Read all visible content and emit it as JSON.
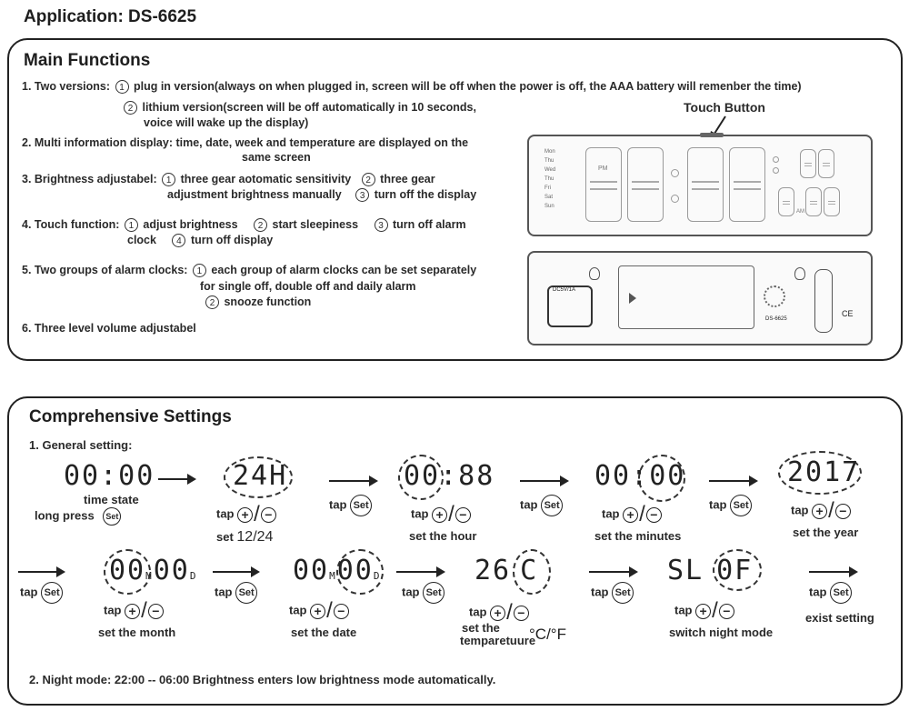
{
  "header": {
    "title": "Application: DS-6625"
  },
  "main_functions": {
    "heading": "Main Functions",
    "item1": {
      "prefix": "1. Two versions:",
      "n1": "1",
      "t1": "plug in version(always on when plugged in, screen will be off when the power is off, the AAA battery will remenber the time)",
      "n2": "2",
      "t2a": "lithium version(screen will be off automatically in 10 seconds,",
      "t2b": "voice will wake up the display)"
    },
    "item2": {
      "a": "2. Multi information display: time, date, week and temperature are displayed on the",
      "b": "same screen"
    },
    "item3": {
      "prefix": "3. Brightness adjustabel:",
      "n1": "1",
      "t1": "three gear aotomatic sensitivity",
      "n2": "2",
      "t2": "three gear",
      "t2b": "adjustment brightness manually",
      "n3": "3",
      "t3": "turn off the display"
    },
    "item4": {
      "prefix": "4. Touch function:",
      "n1": "1",
      "t1": "adjust brightness",
      "n2": "2",
      "t2": "start sleepiness",
      "n3": "3",
      "t3": "turn off alarm",
      "t3b": "clock",
      "n4": "4",
      "t4": "turn off display"
    },
    "item5": {
      "prefix": "5. Two groups of alarm clocks:",
      "n1": "1",
      "t1": "each group of alarm clocks can be set separately",
      "t1b": "for single off, double off and daily alarm",
      "n2": "2",
      "t2": "snooze function"
    },
    "item6": "6. Three level volume adjustabel",
    "touch_button": "Touch Button",
    "device": {
      "days": [
        "Mon",
        "Thu",
        "Wed",
        "Thu",
        "Fri",
        "Sat",
        "Sun"
      ],
      "pm": "PM",
      "am": "AM",
      "rear_label": "DS-6625",
      "ce": "CE",
      "dc_label": "DC5V/1A"
    }
  },
  "settings": {
    "heading": "Comprehensive Settings",
    "general": "1. General setting:",
    "time_state_display": "00:00",
    "time_state": "time state",
    "long_press": "long press",
    "set": "Set",
    "tap": "tap",
    "plus": "+",
    "minus": "−",
    "slash": "/",
    "step_24h": {
      "display": "24H",
      "label": "set ",
      "label_value": "12/24"
    },
    "step_hour": {
      "display_a": "00",
      "display_b": ":88",
      "label": "set the hour"
    },
    "step_minutes": {
      "display_a": "00:",
      "display_b": "00",
      "label": "set the minutes"
    },
    "step_year": {
      "display": "2017",
      "label": "set the year"
    },
    "step_month": {
      "display_a": "00",
      "m": "M",
      "display_b": "00",
      "d": "D",
      "label": "set the month"
    },
    "step_date": {
      "display_a": "00",
      "m": "M",
      "display_b": "00",
      "d": "D",
      "label": "set the date"
    },
    "step_temp": {
      "display_a": "26",
      "display_b": "C",
      "label_a": "set the",
      "label_b": "temparetuure",
      "unit": "°C/°F"
    },
    "step_night": {
      "display_a": "SL",
      "display_b": "0F",
      "label": "switch night mode"
    },
    "exit": "exist setting",
    "night_mode": "2. Night mode: 22:00 -- 06:00  Brightness enters low brightness mode automatically."
  }
}
